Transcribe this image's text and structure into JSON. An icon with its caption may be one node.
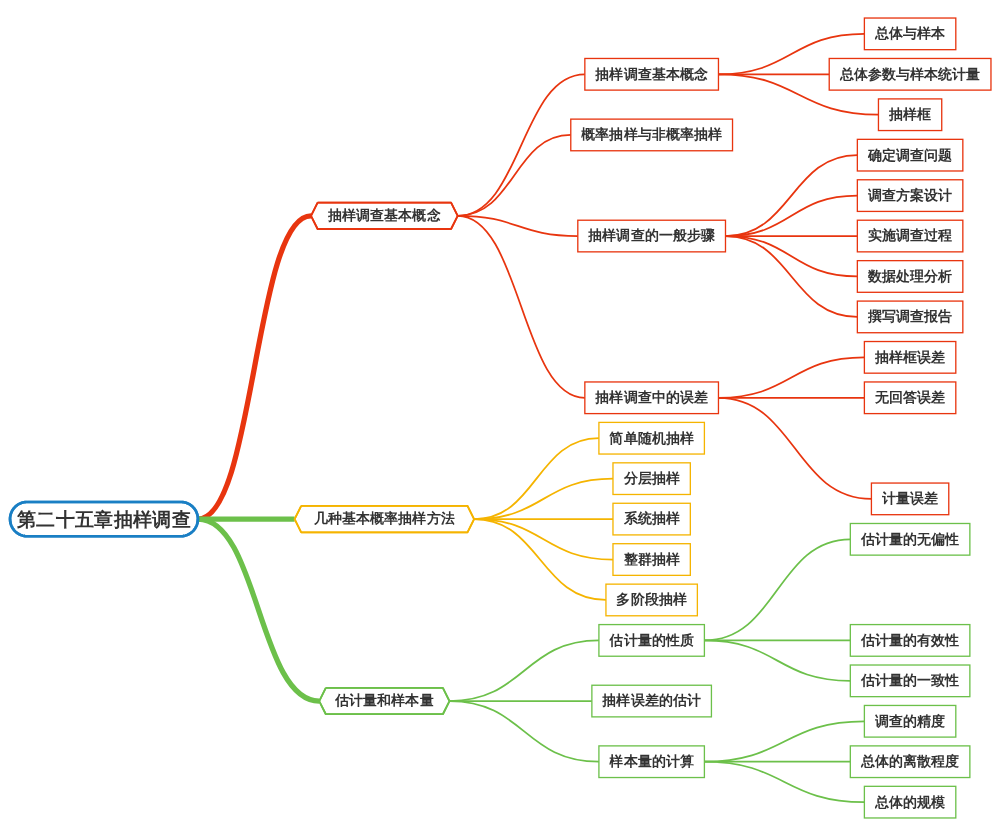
{
  "diagram": {
    "nodes": [
      {
        "text": [
          "第二十五章抽样调查"
        ]
      },
      {
        "text": [
          "抽样调查基本概念"
        ]
      },
      {
        "text": [
          "抽样调查基本概念"
        ]
      },
      {
        "text": [
          "总体与样本"
        ]
      },
      {
        "text": [
          "总体参数与样本统计量"
        ]
      },
      {
        "text": [
          "抽样框"
        ]
      },
      {
        "text": [
          "概率抽样与非概率抽样"
        ]
      },
      {
        "text": [
          "抽样调查的一般步骤"
        ]
      },
      {
        "text": [
          "确定调查问题"
        ]
      },
      {
        "text": [
          "调查方案设计"
        ]
      },
      {
        "text": [
          "实施调查过程"
        ]
      },
      {
        "text": [
          "数据处理分析"
        ]
      },
      {
        "text": [
          "撰写调查报告"
        ]
      },
      {
        "text": [
          "抽样调查中的误差"
        ]
      },
      {
        "text": [
          "抽样框误差"
        ]
      },
      {
        "text": [
          "无回答误差"
        ]
      },
      {
        "text": [
          "计量误差"
        ]
      },
      {
        "text": [
          "几种基本概率抽样方法"
        ]
      },
      {
        "text": [
          "简单随机抽样"
        ]
      },
      {
        "text": [
          "分层抽样"
        ]
      },
      {
        "text": [
          "系统抽样"
        ]
      },
      {
        "text": [
          "整群抽样"
        ]
      },
      {
        "text": [
          "多阶段抽样"
        ]
      },
      {
        "text": [
          "估计量和样本量"
        ]
      },
      {
        "text": [
          "估计量的性质"
        ]
      },
      {
        "text": [
          "估计量的无偏性"
        ]
      },
      {
        "text": [
          "估计量的有效性"
        ]
      },
      {
        "text": [
          "估计量的一致性"
        ]
      },
      {
        "text": [
          "抽样误差的估计"
        ]
      },
      {
        "text": [
          "样本量的计算"
        ]
      },
      {
        "text": [
          "调查的精度"
        ]
      },
      {
        "text": [
          "总体的离散程度"
        ]
      },
      {
        "text": [
          "总体的规模"
        ]
      }
    ],
    "edges": [
      {
        "from": 0,
        "to": 1,
        "arrow": "none",
        "style": "thick"
      },
      {
        "from": 1,
        "to": 2,
        "arrow": "none"
      },
      {
        "from": 2,
        "to": 3,
        "arrow": "none"
      },
      {
        "from": 2,
        "to": 4,
        "arrow": "none"
      },
      {
        "from": 2,
        "to": 5,
        "arrow": "none"
      },
      {
        "from": 1,
        "to": 6,
        "arrow": "none"
      },
      {
        "from": 1,
        "to": 7,
        "arrow": "none"
      },
      {
        "from": 7,
        "to": 8,
        "arrow": "none"
      },
      {
        "from": 7,
        "to": 9,
        "arrow": "none"
      },
      {
        "from": 7,
        "to": 10,
        "arrow": "none"
      },
      {
        "from": 7,
        "to": 11,
        "arrow": "none"
      },
      {
        "from": 7,
        "to": 12,
        "arrow": "none"
      },
      {
        "from": 1,
        "to": 13,
        "arrow": "none"
      },
      {
        "from": 13,
        "to": 14,
        "arrow": "none"
      },
      {
        "from": 13,
        "to": 15,
        "arrow": "none"
      },
      {
        "from": 13,
        "to": 16,
        "arrow": "none"
      },
      {
        "from": 0,
        "to": 17,
        "arrow": "none",
        "style": "thick",
        "color": "#6cc04a"
      },
      {
        "from": 17,
        "to": 18,
        "arrow": "none",
        "color": "#f5b400"
      },
      {
        "from": 17,
        "to": 19,
        "arrow": "none",
        "color": "#f5b400"
      },
      {
        "from": 17,
        "to": 20,
        "arrow": "none",
        "color": "#f5b400"
      },
      {
        "from": 17,
        "to": 21,
        "arrow": "none",
        "color": "#f5b400"
      },
      {
        "from": 17,
        "to": 22,
        "arrow": "none",
        "color": "#f5b400"
      },
      {
        "from": 0,
        "to": 23,
        "arrow": "none",
        "style": "thick",
        "color": "#6cc04a"
      },
      {
        "from": 23,
        "to": 24,
        "arrow": "none",
        "color": "#6cc04a"
      },
      {
        "from": 24,
        "to": 25,
        "arrow": "none",
        "color": "#6cc04a"
      },
      {
        "from": 24,
        "to": 26,
        "arrow": "none",
        "color": "#6cc04a"
      },
      {
        "from": 24,
        "to": 27,
        "arrow": "none",
        "color": "#6cc04a"
      },
      {
        "from": 23,
        "to": 28,
        "arrow": "none",
        "color": "#6cc04a"
      },
      {
        "from": 23,
        "to": 29,
        "arrow": "none",
        "color": "#6cc04a"
      },
      {
        "from": 29,
        "to": 30,
        "arrow": "none",
        "color": "#6cc04a"
      },
      {
        "from": 29,
        "to": 31,
        "arrow": "none",
        "color": "#6cc04a"
      },
      {
        "from": 29,
        "to": 32,
        "arrow": "none",
        "color": "#6cc04a"
      }
    ]
  }
}
